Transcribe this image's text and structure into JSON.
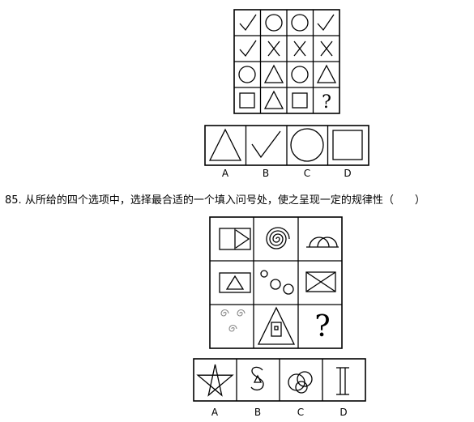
{
  "puzzle1": {
    "question_mark": "?",
    "options": [
      "A",
      "B",
      "C",
      "D"
    ]
  },
  "puzzle2": {
    "question_number": "85.",
    "question_text": "从所给的四个选项中，选择最合适的一个填入问号处，使之呈现一定的规律性（　　）",
    "question_mark": "?",
    "options": [
      "A",
      "B",
      "C",
      "D"
    ]
  }
}
